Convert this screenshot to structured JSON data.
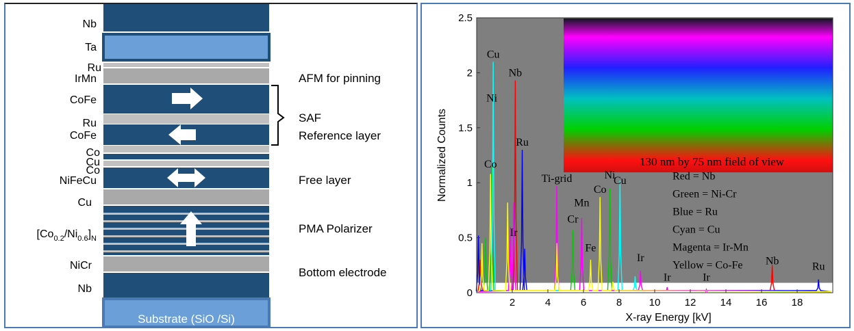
{
  "stack": {
    "layer_labels": {
      "nb_top": "Nb",
      "ta": "Ta",
      "ru_1": "Ru",
      "irmn": "IrMn",
      "cofe_1": "CoFe",
      "ru_2": "Ru",
      "cofe_2": "CoFe",
      "co_1": "Co",
      "cu_1": "Cu",
      "co_2": "Co",
      "nifecu": "NiFeCu",
      "cu_2": "Cu",
      "polarizer_base": "[Co",
      "polarizer_sub1": "0.2",
      "polarizer_mid": "/Ni",
      "polarizer_sub2": "0.6",
      "polarizer_close": "]",
      "polarizer_subN": "N",
      "nicr": "NiCr",
      "nb_bottom": "Nb"
    },
    "annotations": {
      "afm": "AFM for pinning",
      "saf": "SAF",
      "reference": "Reference layer",
      "free": "Free layer",
      "pma": "PMA Polarizer",
      "bottom": "Bottom electrode"
    },
    "substrate": "Substrate (SiO /Si)",
    "colors": {
      "dark": "#1f4e79",
      "light": "#c0c0c0",
      "ta": "#6a9fd8",
      "border": "#4a7ab5"
    }
  },
  "chart_data": {
    "type": "line",
    "xlabel": "X-ray Energy [kV]",
    "ylabel": "Normalized Counts",
    "xlim": [
      0,
      20
    ],
    "ylim": [
      0,
      2.5
    ],
    "xticks": [
      2,
      4,
      6,
      8,
      10,
      12,
      14,
      16,
      18
    ],
    "yticks": [
      0,
      0.5,
      1,
      1.5,
      2,
      2.5
    ],
    "series": [
      {
        "color": "#ff0000",
        "peaks": [
          [
            0.2,
            0.3
          ],
          [
            2.17,
            1.93
          ],
          [
            16.6,
            0.25
          ]
        ]
      },
      {
        "color": "#00cc00",
        "peaks": [
          [
            0.5,
            0.5
          ],
          [
            0.85,
            1.15
          ],
          [
            5.4,
            0.57
          ],
          [
            7.48,
            0.95
          ]
        ]
      },
      {
        "color": "#0000ff",
        "peaks": [
          [
            0.1,
            0.52
          ],
          [
            2.56,
            1.3
          ],
          [
            2.7,
            0.4
          ],
          [
            19.2,
            0.12
          ]
        ]
      },
      {
        "color": "#00ffff",
        "peaks": [
          [
            0.93,
            2.1
          ],
          [
            8.05,
            1.02
          ],
          [
            8.9,
            0.15
          ]
        ]
      },
      {
        "color": "#ff00ff",
        "peaks": [
          [
            1.9,
            0.6
          ],
          [
            2.08,
            0.82
          ],
          [
            4.5,
            0.97
          ],
          [
            5.9,
            0.68
          ],
          [
            9.2,
            0.2
          ],
          [
            10.7,
            0.05
          ],
          [
            12.9,
            0.03
          ]
        ]
      },
      {
        "color": "#ffff00",
        "peaks": [
          [
            0.3,
            0.45
          ],
          [
            0.78,
            1.08
          ],
          [
            1.74,
            0.82
          ],
          [
            4.51,
            0.45
          ],
          [
            6.4,
            0.3
          ],
          [
            6.93,
            0.87
          ],
          [
            7.65,
            0.1
          ]
        ]
      }
    ],
    "peak_labels": [
      {
        "text": "Cu",
        "x": 0.93,
        "y": 2.1,
        "color": "#000000"
      },
      {
        "text": "Nb",
        "x": 2.17,
        "y": 1.93,
        "color": "#000000"
      },
      {
        "text": "Ni",
        "x": 0.85,
        "y": 1.7,
        "color": "#000000"
      },
      {
        "text": "Ru",
        "x": 2.56,
        "y": 1.3,
        "color": "#000000"
      },
      {
        "text": "Co",
        "x": 0.78,
        "y": 1.1,
        "color": "#000000"
      },
      {
        "text": "Ti-grid",
        "x": 4.5,
        "y": 0.97,
        "color": "#000000"
      },
      {
        "text": "Ir",
        "x": 2.08,
        "y": 0.48,
        "color": "#000000"
      },
      {
        "text": "Mn",
        "x": 5.9,
        "y": 0.75,
        "color": "#000000"
      },
      {
        "text": "Cr",
        "x": 5.4,
        "y": 0.6,
        "color": "#000000"
      },
      {
        "text": "Co",
        "x": 6.93,
        "y": 0.87,
        "color": "#000000"
      },
      {
        "text": "Ni",
        "x": 7.48,
        "y": 1.0,
        "color": "#000000"
      },
      {
        "text": "Cu",
        "x": 8.05,
        "y": 0.95,
        "color": "#000000"
      },
      {
        "text": "Fe",
        "x": 6.4,
        "y": 0.34,
        "color": "#000000"
      },
      {
        "text": "Ir",
        "x": 9.2,
        "y": 0.25,
        "color": "#000000"
      },
      {
        "text": "Ir",
        "x": 10.7,
        "y": 0.07,
        "color": "#000000"
      },
      {
        "text": "Ir",
        "x": 12.9,
        "y": 0.07,
        "color": "#000000"
      },
      {
        "text": "Nb",
        "x": 16.6,
        "y": 0.22,
        "color": "#000000"
      },
      {
        "text": "Ru",
        "x": 19.2,
        "y": 0.17,
        "color": "#000000"
      }
    ],
    "inset": {
      "caption": "130 nm by 75 nm field of view",
      "bands": [
        "#ff00ff",
        "#2020ff",
        "#00c0c0",
        "#00d000",
        "#ff1010"
      ]
    },
    "legend": [
      "Red = Nb",
      "Green = Ni-Cr",
      "Blue = Ru",
      "Cyan = Cu",
      "Magenta = Ir-Mn",
      "Yellow = Co-Fe"
    ],
    "colors": {
      "plot_bg": "#7f7f7f",
      "bg": "#ffffff"
    }
  }
}
